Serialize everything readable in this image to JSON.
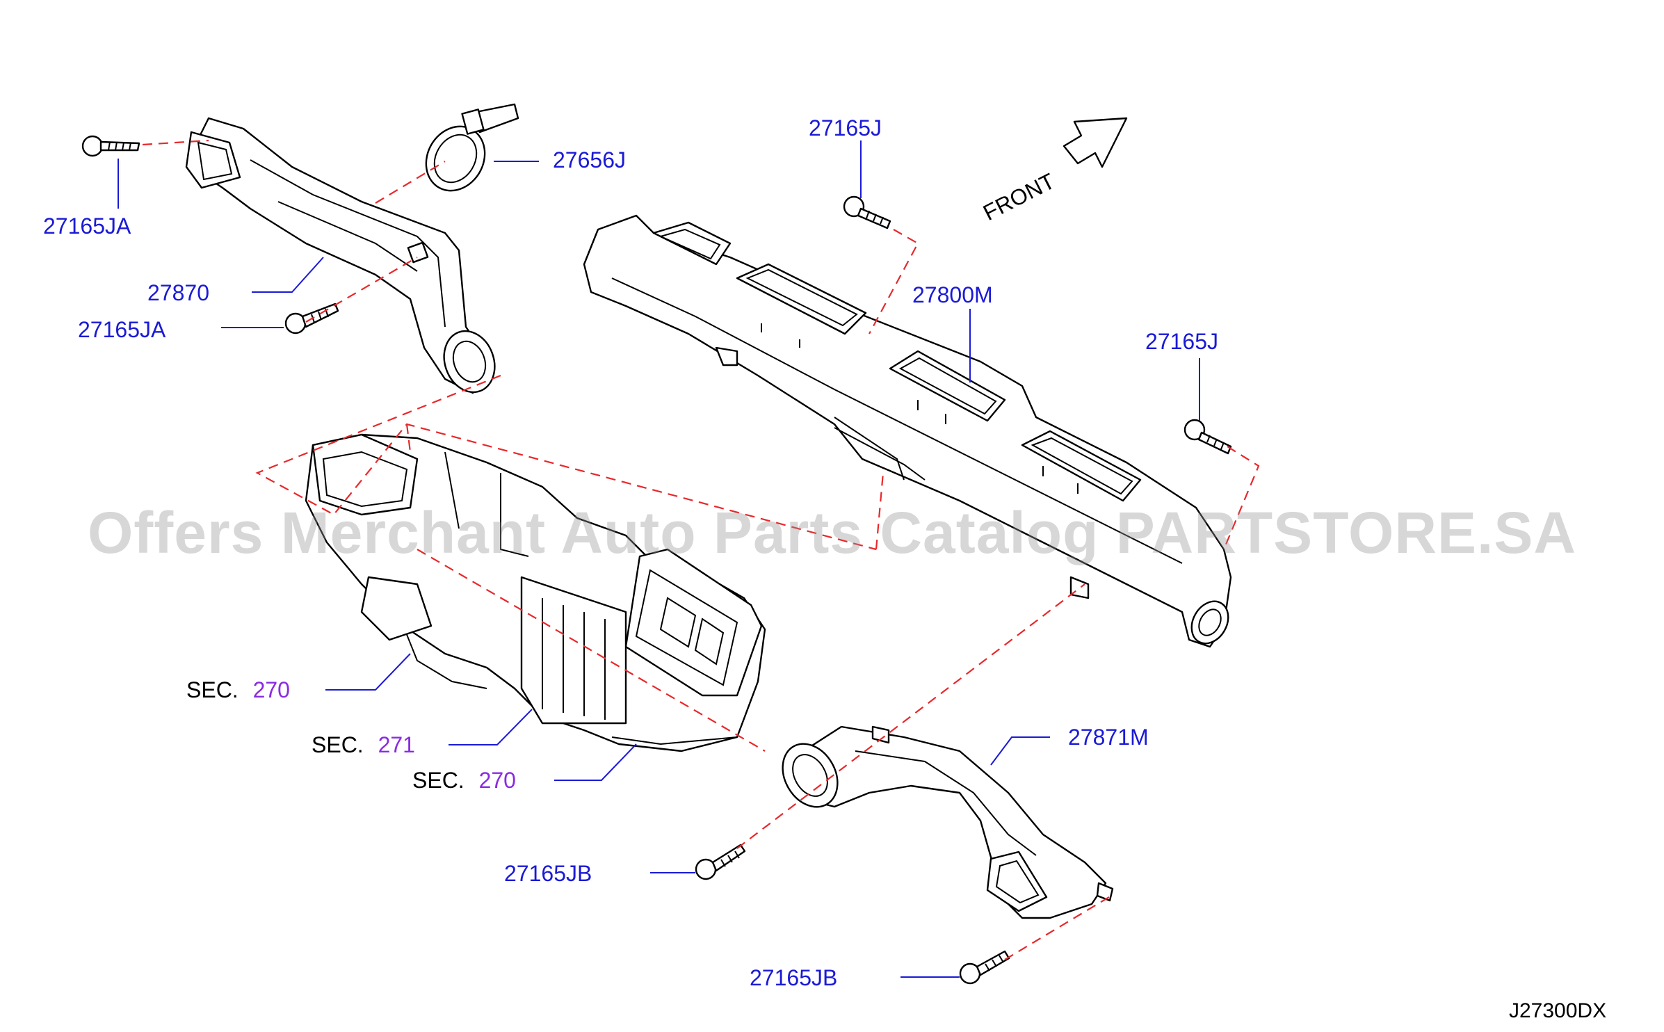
{
  "diagram": {
    "parts": {
      "p27165JA_top": "27165JA",
      "p27656J": "27656J",
      "p27870": "27870",
      "p27165JA_mid": "27165JA",
      "p27165J_top": "27165J",
      "p27800M": "27800M",
      "p27165J_right": "27165J",
      "p27871M": "27871M",
      "p27165JB_mid": "27165JB",
      "p27165JB_bottom": "27165JB"
    },
    "sections": [
      {
        "prefix": "SEC.",
        "number": "270"
      },
      {
        "prefix": "SEC.",
        "number": "271"
      },
      {
        "prefix": "SEC.",
        "number": "270"
      }
    ],
    "front_label": "FRONT",
    "diagram_code": "J27300DX",
    "watermark": "Offers Merchant Auto Parts Catalog PARTSTORE.SA",
    "colors": {
      "part_label": "#1a1ad6",
      "section_number": "#8a2be2",
      "reference_line": "#e8282b",
      "line_art": "#000000"
    }
  }
}
